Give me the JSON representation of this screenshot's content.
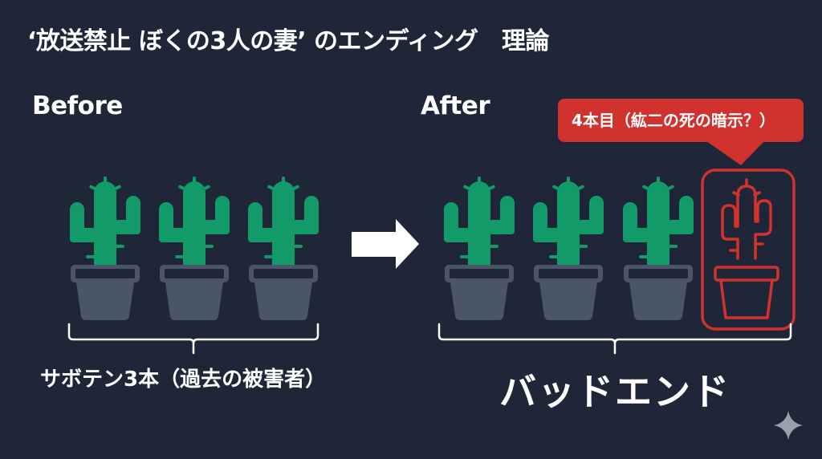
{
  "title": "‘放送禁止 ぼくの3人の妻’ のエンディング　理論",
  "before": {
    "label": "Before",
    "cactus_count": 3,
    "caption": "サボテン3本（過去の被害者）"
  },
  "after": {
    "label": "After",
    "cactus_count": 3,
    "highlighted_cactus_count": 1,
    "callout": "4本目（紘二の死の暗示？）",
    "caption": "バッドエンド"
  },
  "icons": {
    "cactus": "cactus-in-pot-icon",
    "arrow": "right-arrow-icon",
    "sparkle": "sparkle-icon"
  },
  "colors": {
    "background": "#1e2638",
    "cactus_green": "#129a68",
    "pot_gray": "#4a5568",
    "pot_rim_inner": "#1f2738",
    "highlight_red": "#d2322d",
    "text": "#ffffff",
    "sparkle": "#9aa1ab"
  }
}
